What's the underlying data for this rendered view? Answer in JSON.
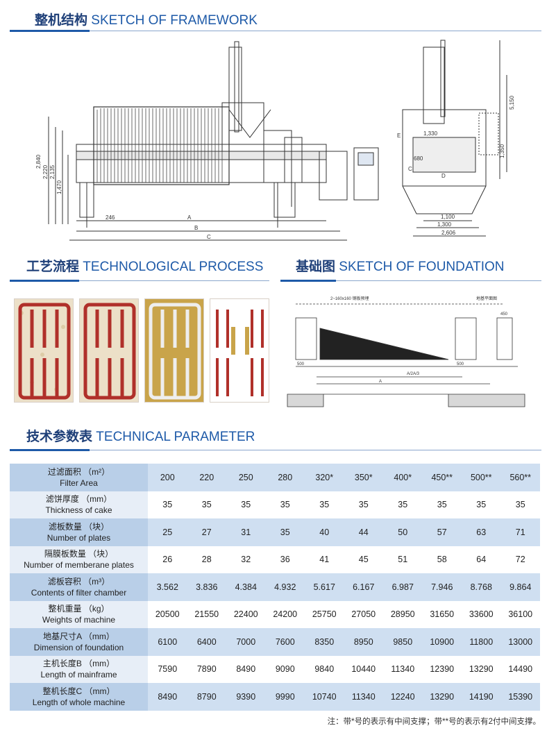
{
  "sections": {
    "framework": {
      "cn": "整机结构",
      "en": "SKETCH OF FRAMEWORK"
    },
    "process": {
      "cn": "工艺流程",
      "en": "TECHNOLOGICAL PROCESS"
    },
    "foundation": {
      "cn": "基础图",
      "en": "SKETCH OF FOUNDATION"
    },
    "parameter": {
      "cn": "技术参数表",
      "en": "TECHNICAL PARAMETER"
    }
  },
  "framework_dims": {
    "h1": "2,840",
    "h2": "2,220",
    "h3": "2,135",
    "h4": "1,470",
    "len1": "246",
    "lenA": "A",
    "lenB": "B",
    "lenC": "C",
    "side_height": "5,150",
    "side_inner": "1,350",
    "w1": "1,330",
    "w2": "680",
    "w3": "C",
    "w4": "D",
    "w5": "E",
    "w6": "1,100",
    "w7": "1,300",
    "w8": "2,606"
  },
  "foundation_labels": {
    "a": "2~160x160 钢板预埋",
    "b": "地基平面图",
    "c": "A/2A/3",
    "d": "A",
    "e": "500",
    "f": "500",
    "g": "450"
  },
  "table": {
    "columns": [
      "200",
      "220",
      "250",
      "280",
      "320*",
      "350*",
      "400*",
      "450**",
      "500**",
      "560**"
    ],
    "rows": [
      {
        "cn": "过滤面积 （m²）",
        "en": "Filter Area",
        "values": [
          "200",
          "220",
          "250",
          "280",
          "320*",
          "350*",
          "400*",
          "450**",
          "500**",
          "560**"
        ]
      },
      {
        "cn": "滤饼厚度 （mm）",
        "en": "Thickness of cake",
        "values": [
          "35",
          "35",
          "35",
          "35",
          "35",
          "35",
          "35",
          "35",
          "35",
          "35"
        ]
      },
      {
        "cn": "滤板数量 （块）",
        "en": "Number of plates",
        "values": [
          "25",
          "27",
          "31",
          "35",
          "40",
          "44",
          "50",
          "57",
          "63",
          "71"
        ]
      },
      {
        "cn": "隔膜板数量 （块）",
        "en": "Number of memberane plates",
        "values": [
          "26",
          "28",
          "32",
          "36",
          "41",
          "45",
          "51",
          "58",
          "64",
          "72"
        ]
      },
      {
        "cn": "滤板容积 （m³）",
        "en": "Contents of filter chamber",
        "values": [
          "3.562",
          "3.836",
          "4.384",
          "4.932",
          "5.617",
          "6.167",
          "6.987",
          "7.946",
          "8.768",
          "9.864"
        ]
      },
      {
        "cn": "整机重量 （kg）",
        "en": "Weights of machine",
        "values": [
          "20500",
          "21550",
          "22400",
          "24200",
          "25750",
          "27050",
          "28950",
          "31650",
          "33600",
          "36100"
        ]
      },
      {
        "cn": "地基尺寸A （mm）",
        "en": "Dimension of foundation",
        "values": [
          "6100",
          "6400",
          "7000",
          "7600",
          "8350",
          "8950",
          "9850",
          "10900",
          "11800",
          "13000"
        ]
      },
      {
        "cn": "主机长度B （mm）",
        "en": "Length of mainframe",
        "values": [
          "7590",
          "7890",
          "8490",
          "9090",
          "9840",
          "10440",
          "11340",
          "12390",
          "13290",
          "14490"
        ]
      },
      {
        "cn": "整机长度C （mm）",
        "en": "Length of whole machine",
        "values": [
          "8490",
          "8790",
          "9390",
          "9990",
          "10740",
          "11340",
          "12240",
          "13290",
          "14190",
          "15390"
        ]
      }
    ]
  },
  "note": "注：带*号的表示有中间支撑；带**号的表示有2付中间支撑。",
  "colors": {
    "accent": "#1e5aa8",
    "row_odd": "#cfdff1",
    "plate_red": "#b0302a",
    "cake_gold": "#c9a44a"
  }
}
